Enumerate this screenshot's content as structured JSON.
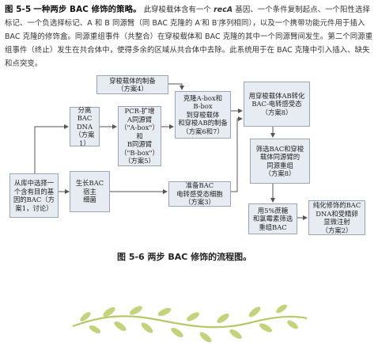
{
  "caption": {
    "label": "图 5-5",
    "title": "一种两步 BAC 修饰的策略。",
    "text_a": "此穿梭载体含有一个",
    "gene": "recA",
    "text_b": "基因、一个条件复制起点、一个阳性选择标记、一个负选择标记、A 和 B 同源臂（同 BAC 克隆的 A′和 B′序列相同），以及一个携带功能元件用于插入 BAC 克隆的修饰盒。同源重组事件（共整合）在穿梭载体和 BAC 克隆的其中一个同源臂间发生。第二个同源重组事件（终止）发生在共合体中，使得多余的区域从共合体中去除。此系统用于在 BAC 克隆中引入插入、缺失和点突变。"
  },
  "flowchart": {
    "library_select": "从库中选择一\n个含有目的基\n因的BAC（方\n案1，讨论）",
    "isolate_dna": "分离\nBAC\nDNA\n（方案1）",
    "grow_host": "生长BAC\n宿主\n细菌",
    "shuttle_prep": "穿梭载体的制备\n（方案4）",
    "pcr_arms": "PCR-扩增\nA同源臂\n（\"A-box\"）和\nB同源臂\n（\"B-box\"）\n（方案5）",
    "clone_ab": "克隆A-box和\nB-box\n到穿梭载体\n和穿梭AB的制备\n（方案6和7）",
    "competent": "准备BAC\n电转感受态细胞\n（方案3）",
    "transform": "用穿梭载体AB转化\nBAC-电转感受态\n（方案8）",
    "screen": "筛选BAC和穿梭\n载体同源臂的\n同源重组\n（方案8）",
    "sucrose": "用5%蔗糖\n和氯霉素筛选\n重组BAC",
    "purify": "纯化修饰的BAC\nDNA和受精卵\n显微注射\n（方案2）"
  },
  "figure_caption": "图 5-6   两步 BAC 修饰的流程图。"
}
